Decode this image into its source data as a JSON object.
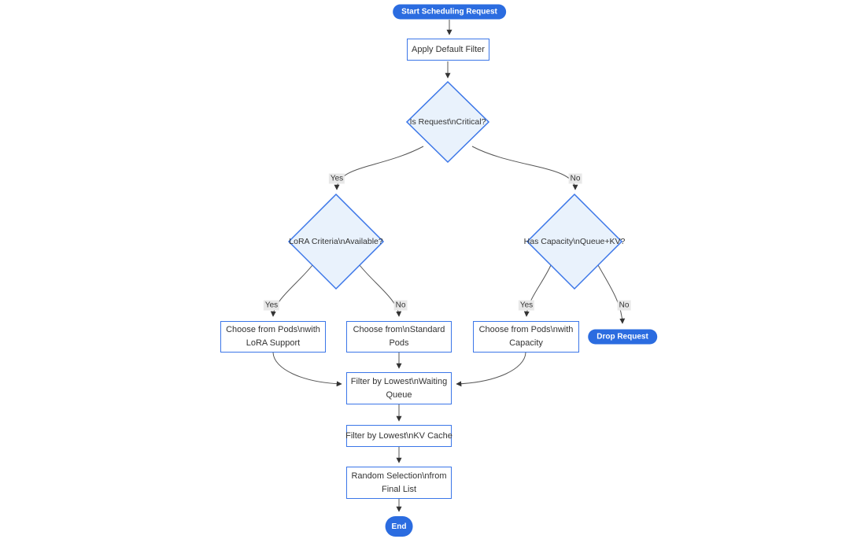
{
  "diagram": {
    "nodes": {
      "start": {
        "label": "Start Scheduling Request"
      },
      "apply_default_filter": {
        "label": "Apply Default Filter"
      },
      "is_critical": {
        "label": "Is Request\\nCritical?"
      },
      "lora_criteria": {
        "label": "LoRA Criteria\\nAvailable?"
      },
      "has_capacity": {
        "label": "Has Capacity\\nQueue+KV?"
      },
      "choose_lora_pods": {
        "lines": [
          "Choose from Pods\\nwith",
          "LoRA Support"
        ]
      },
      "choose_standard_pods": {
        "lines": [
          "Choose from\\nStandard",
          "Pods"
        ]
      },
      "choose_capacity_pods": {
        "lines": [
          "Choose from Pods\\nwith",
          "Capacity"
        ]
      },
      "drop_request": {
        "label": "Drop Request"
      },
      "filter_waiting_queue": {
        "lines": [
          "Filter by Lowest\\nWaiting",
          "Queue"
        ]
      },
      "filter_kv_cache": {
        "label": "Filter by Lowest\\nKV Cache"
      },
      "random_selection": {
        "lines": [
          "Random Selection\\nfrom",
          "Final List"
        ]
      },
      "end": {
        "label": "End"
      }
    },
    "edge_labels": {
      "critical_yes": "Yes",
      "critical_no": "No",
      "lora_yes": "Yes",
      "lora_no": "No",
      "capacity_yes": "Yes",
      "capacity_no": "No"
    },
    "colors": {
      "pill_fill": "#2b6ce0",
      "pill_text": "#ffffff",
      "node_border": "#3b76e8",
      "node_fill": "#ffffff",
      "decision_fill": "#e9f2fc",
      "node_text": "#333333",
      "edge_line": "#555555",
      "edge_label_bg": "#e8e8e8",
      "edge_label_text": "#333333"
    }
  }
}
